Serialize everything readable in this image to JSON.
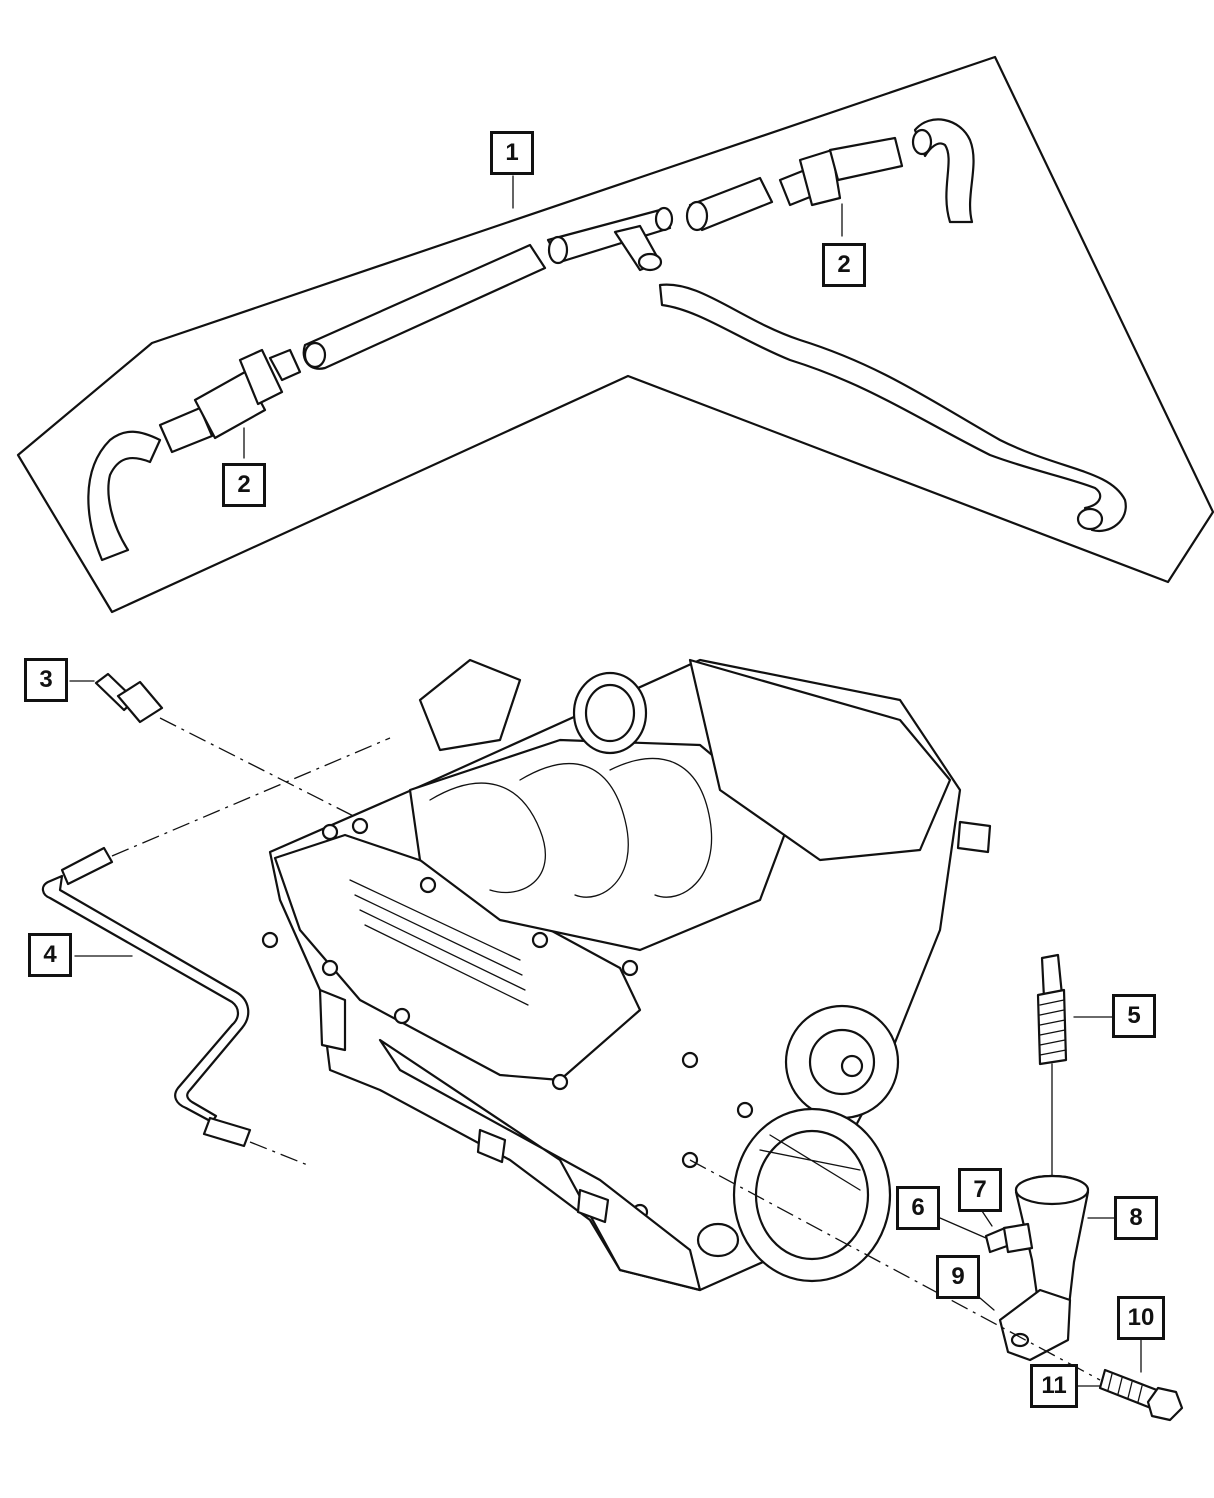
{
  "diagram": {
    "callouts": [
      {
        "id": "c1",
        "label": "1"
      },
      {
        "id": "c2a",
        "label": "2"
      },
      {
        "id": "c2b",
        "label": "2"
      },
      {
        "id": "c3",
        "label": "3"
      },
      {
        "id": "c4",
        "label": "4"
      },
      {
        "id": "c5",
        "label": "5"
      },
      {
        "id": "c6",
        "label": "6"
      },
      {
        "id": "c7",
        "label": "7"
      },
      {
        "id": "c8",
        "label": "8"
      },
      {
        "id": "c9",
        "label": "9"
      },
      {
        "id": "c10",
        "label": "10"
      },
      {
        "id": "c11",
        "label": "11"
      }
    ]
  },
  "colors": {
    "line": "#111111",
    "background": "#ffffff"
  }
}
